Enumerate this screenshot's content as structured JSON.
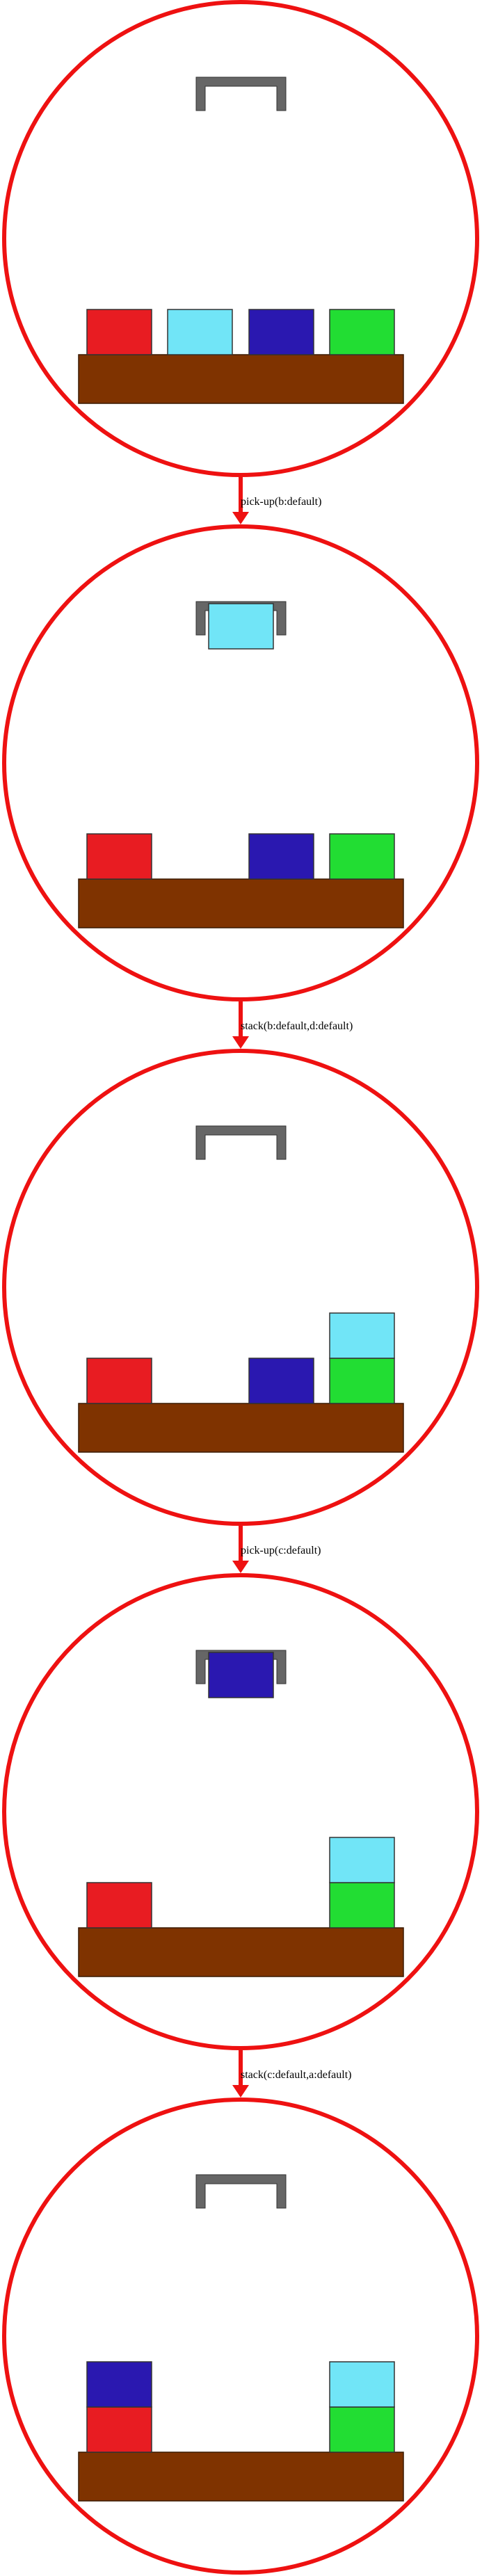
{
  "colors": {
    "circle": "#ee1111",
    "arrow": "#ee1111",
    "table": "#7f3300",
    "gripper": "#666666",
    "block_outline": "#333333",
    "a": "#e81c22",
    "b": "#71e5f7",
    "c": "#2a18b0",
    "d": "#22dd33"
  },
  "states": [
    {
      "holding": null,
      "columns": [
        [
          "a"
        ],
        [
          "b"
        ],
        [
          "c"
        ],
        [
          "d"
        ]
      ]
    },
    {
      "holding": "b",
      "columns": [
        [
          "a"
        ],
        [],
        [
          "c"
        ],
        [
          "d"
        ]
      ]
    },
    {
      "holding": null,
      "columns": [
        [
          "a"
        ],
        [],
        [
          "c"
        ],
        [
          "d",
          "b"
        ]
      ]
    },
    {
      "holding": "c",
      "columns": [
        [
          "a"
        ],
        [],
        [],
        [
          "d",
          "b"
        ]
      ]
    },
    {
      "holding": null,
      "columns": [
        [
          "a",
          "c"
        ],
        [],
        [],
        [
          "d",
          "b"
        ]
      ]
    }
  ],
  "transitions": [
    {
      "label": "pick-up(b:default)"
    },
    {
      "label": "stack(b:default,d:default)"
    },
    {
      "label": "pick-up(c:default)"
    },
    {
      "label": "stack(c:default,a:default)"
    }
  ]
}
